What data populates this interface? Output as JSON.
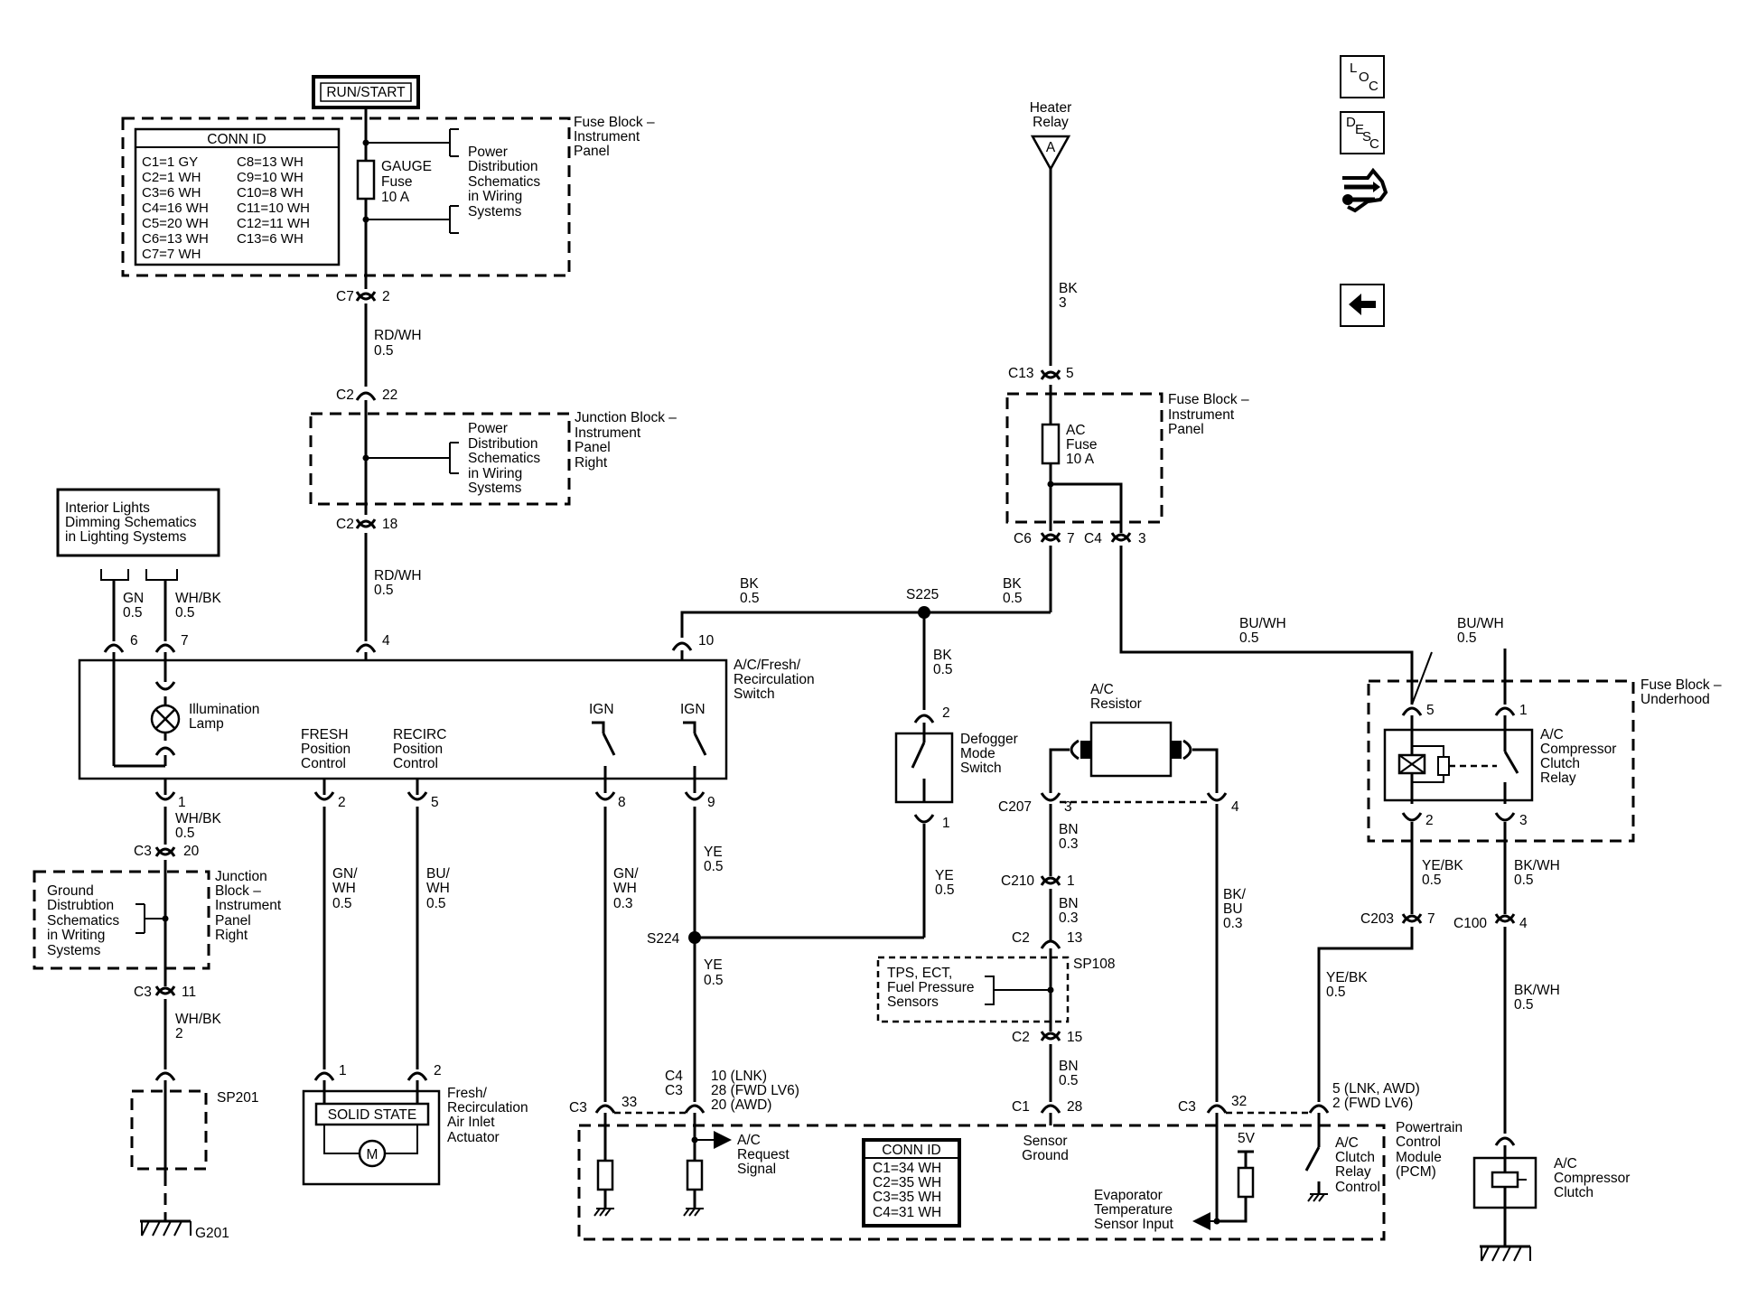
{
  "nav": {
    "loc": {
      "l1": "L",
      "l2": "O",
      "l3": "C"
    },
    "desc": {
      "l1": "D",
      "l2": "E",
      "l3": "S",
      "l4": "C"
    }
  },
  "power": {
    "run_start": "RUN/START",
    "fuse_block_ip": [
      "Fuse Block –",
      "Instrument",
      "Panel"
    ],
    "conn_id_title": "CONN ID",
    "conn_id_left": [
      "C1=1 GY",
      "C2=1 WH",
      "C3=6 WH",
      "C4=16 WH",
      "C5=20 WH",
      "C6=13 WH",
      "C7=7 WH"
    ],
    "conn_id_right": [
      "C8=13 WH",
      "C9=10 WH",
      "C10=8 WH",
      "C11=10 WH",
      "C12=11 WH",
      "C13=6 WH"
    ],
    "gauge_fuse": [
      "GAUGE",
      "Fuse",
      "10 A"
    ],
    "power_dist": [
      "Power",
      "Distribution",
      "Schematics",
      "in Wiring",
      "Systems"
    ],
    "junction_block_ipr": [
      "Junction Block –",
      "Instrument",
      "Panel",
      "Right"
    ],
    "c7": "C7",
    "c7_pin": "2",
    "wire_rdwh": "RD/WH",
    "wire_05": "0.5",
    "c2": "C2",
    "c2_pin22": "22",
    "c2_pin18": "18"
  },
  "heater": {
    "relay": [
      "Heater",
      "Relay"
    ],
    "relay_tag": "A",
    "wire_bk": "BK",
    "wire_3": "3",
    "c13": "C13",
    "c13_pin": "5",
    "fuse_block_ip": [
      "Fuse Block –",
      "Instrument",
      "Panel"
    ],
    "ac_fuse": [
      "AC",
      "Fuse",
      "10 A"
    ],
    "c6": "C6",
    "c6_pin": "7",
    "c4": "C4",
    "c4_pin": "3"
  },
  "switch": {
    "lighting_ref": [
      "Interior Lights",
      "Dimming Schematics",
      "in Lighting Systems"
    ],
    "gn": "GN",
    "whbk": "WH/BK",
    "v05": "0.5",
    "pin6": "6",
    "pin7": "7",
    "pin4": "4",
    "pin10": "10",
    "name": [
      "A/C/Fresh/",
      "Recirculation",
      "Switch"
    ],
    "illumination": [
      "Illumination",
      "Lamp"
    ],
    "fresh": [
      "FRESH",
      "Position",
      "Control"
    ],
    "recirc": [
      "RECIRC",
      "Position",
      "Control"
    ],
    "ign": "IGN",
    "pin1": "1",
    "pin2": "2",
    "pin5": "5",
    "pin8": "8",
    "pin9": "9",
    "bk": "BK",
    "s225": "S225"
  },
  "defogger": {
    "bk": "BK",
    "v05": "0.5",
    "pin2": "2",
    "pin1": "1",
    "name": [
      "Defogger",
      "Mode",
      "Switch"
    ],
    "ye": "YE"
  },
  "resistor": {
    "name": [
      "A/C",
      "Resistor"
    ],
    "c207": "C207",
    "pin3": "3",
    "pin4": "4",
    "bn": "BN",
    "v03": "0.3",
    "c210": "C210",
    "pin1": "1",
    "c2": "C2",
    "pin13": "13",
    "sp108": "SP108",
    "sensors": [
      "TPS, ECT,",
      "Fuel Pressure",
      "Sensors"
    ],
    "pin15": "15",
    "v05": "0.5",
    "bkbu": "BK/",
    "bu": "BU"
  },
  "relay": {
    "buwh": "BU/WH",
    "v05": "0.5",
    "fuse_block_uh": [
      "Fuse Block –",
      "Underhood"
    ],
    "name": [
      "A/C",
      "Compressor",
      "Clutch",
      "Relay"
    ],
    "pin5": "5",
    "pin1": "1",
    "pin2": "2",
    "pin3": "3",
    "yebk": "YE/BK",
    "bkwh": "BK/WH",
    "c203": "C203",
    "c203_pin": "7",
    "c100": "C100",
    "c100_pin": "4",
    "clutch": [
      "A/C",
      "Compressor",
      "Clutch"
    ]
  },
  "lower_left": {
    "whbk": "WH/BK",
    "v05": "0.5",
    "c3": "C3",
    "pin20": "20",
    "pin11": "11",
    "v2": "2",
    "ground_dist": [
      "Ground",
      "Distrubtion",
      "Schematics",
      "in Writing",
      "Systems"
    ],
    "junction_block": [
      "Junction",
      "Block –",
      "Instrument",
      "Panel",
      "Right"
    ],
    "sp201": "SP201",
    "g201": "G201",
    "gnwh": [
      "GN/",
      "WH",
      "0.5"
    ],
    "buwh": [
      "BU/",
      "WH",
      "0.5"
    ],
    "act_pin1": "1",
    "act_pin2": "2",
    "solid_state": "SOLID STATE",
    "motor": "M",
    "actuator": [
      "Fresh/",
      "Recirculation",
      "Air Inlet",
      "Actuator"
    ]
  },
  "pcm": {
    "gnwh": [
      "GN/",
      "WH",
      "0.3"
    ],
    "ye": "YE",
    "v05": "0.5",
    "s224": "S224",
    "c3": "C3",
    "pin33": "33",
    "c4": "C4",
    "pins_ac": [
      "10 (LNK)",
      "28 (FWD LV6)",
      "20 (AWD)"
    ],
    "ac_request": [
      "A/C",
      "Request",
      "Signal"
    ],
    "conn_id_title": "CONN ID",
    "conn_id": [
      "C1=34 WH",
      "C2=35 WH",
      "C3=35 WH",
      "C4=31 WH"
    ],
    "c1": "C1",
    "pin28": "28",
    "sensor_ground": [
      "Sensor",
      "Ground"
    ],
    "pin32": "32",
    "v5": "5V",
    "evap": [
      "Evaporator",
      "Temperature",
      "Sensor Input"
    ],
    "pins_clutch": [
      "5 (LNK, AWD)",
      "2 (FWD LV6)"
    ],
    "clutch_ctrl": [
      "A/C",
      "Clutch",
      "Relay",
      "Control"
    ],
    "module": [
      "Powertrain",
      "Control",
      "Module",
      "(PCM)"
    ]
  }
}
